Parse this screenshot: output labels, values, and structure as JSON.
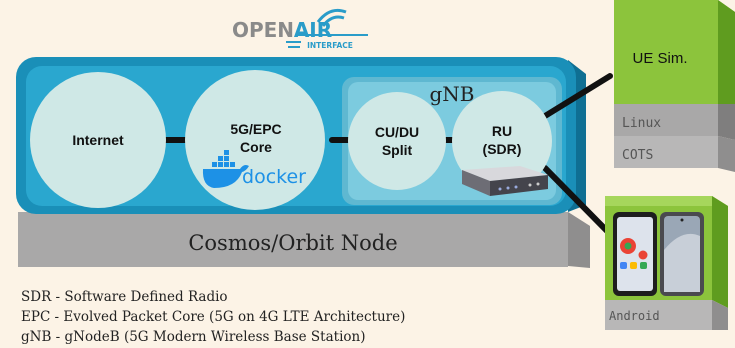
{
  "logo": {
    "word1": "OPEN",
    "word2": "AIR",
    "tagline": "INTERFACE"
  },
  "nodes": {
    "internet": "Internet",
    "core_line1": "5G/EPC",
    "core_line2": "Core",
    "docker": "docker",
    "gnb_title": "gNB",
    "cudu_line1": "CU/DU",
    "cudu_line2": "Split",
    "ru_line1": "RU",
    "ru_line2": "(SDR)"
  },
  "platform": {
    "label": "Cosmos/Orbit Node"
  },
  "ue_box": {
    "label": "UE Sim.",
    "layer1": "Linux",
    "layer2": "COTS"
  },
  "android_box": {
    "label": "Android"
  },
  "legend": [
    "SDR - Software Defined Radio",
    "EPC - Evolved Packet Core (5G on 4G LTE Architecture)",
    "gNB - gNodeB (5G Modern Wireless Base Station)"
  ],
  "colors": {
    "background": "#fcf3e6",
    "node_outer": "#1a8fb8",
    "node_inner": "#2aa7cf",
    "circle": "#cfe8e6",
    "gnb_box": "#6fc3d8",
    "platform": "#a9a8a8",
    "green_front": "#8cc43c",
    "green_side": "#5f9c1f",
    "docker_blue": "#1d91e6",
    "logo_gray": "#8a8a8a",
    "logo_teal": "#2a9cc9"
  }
}
